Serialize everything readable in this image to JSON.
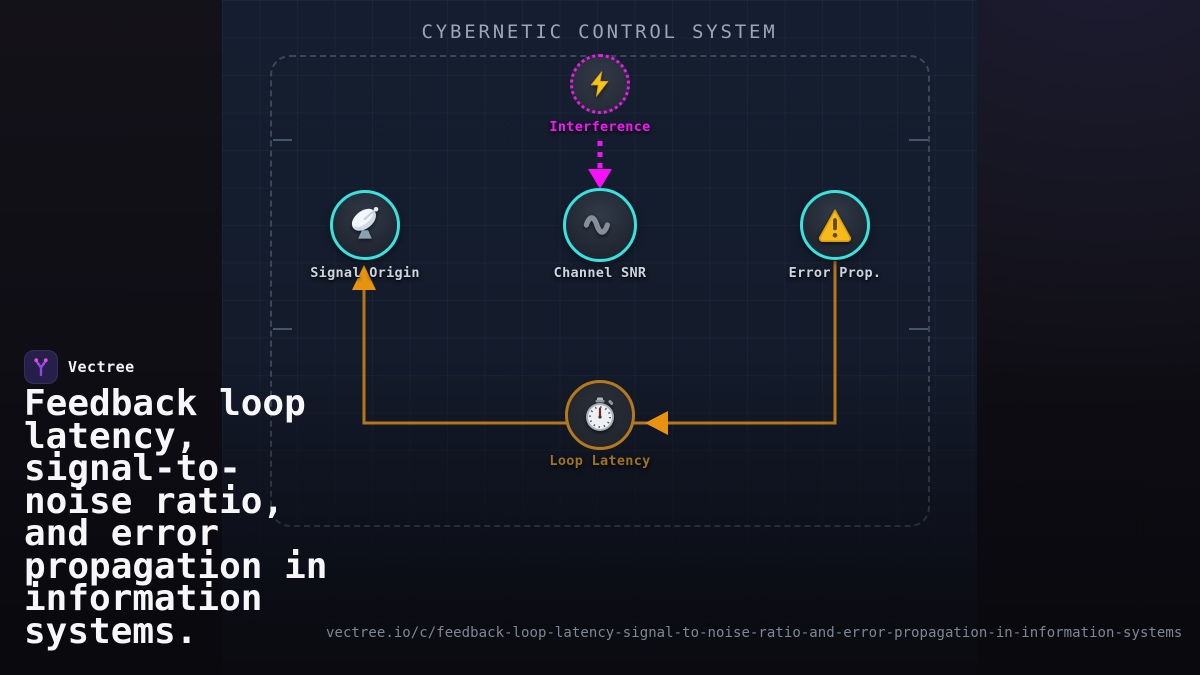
{
  "brand": {
    "name": "Vectree",
    "logo_icon": "vectree-branch-icon",
    "logo_bg_color": "#251f4a",
    "logo_accent_color": "#8f46e8",
    "logo_dot_color": "#e14be1"
  },
  "headline": "Feedback loop\nlatency,\nsignal-to-\nnoise ratio,\nand error\npropagation in\ninformation\nsystems.",
  "footer": {
    "url": "vectree.io/c/feedback-loop-latency-signal-to-noise-ratio-and-error-propagation-in-information-systems"
  },
  "diagram": {
    "title": "CYBERNETIC CONTROL SYSTEM",
    "nodes": {
      "interference": {
        "label": "Interference",
        "icon": "lightning-icon",
        "accent": "#ea1bea"
      },
      "signal_origin": {
        "label": "Signal Origin",
        "icon": "satellite-dish-icon",
        "accent": "#38e2de"
      },
      "channel_snr": {
        "label": "Channel SNR",
        "icon": "wave-icon",
        "accent": "#38e2de"
      },
      "error_prop": {
        "label": "Error Prop.",
        "icon": "warning-icon",
        "accent": "#38e2de"
      },
      "loop_latency": {
        "label": "Loop Latency",
        "icon": "stopwatch-icon",
        "accent": "#b5791c"
      }
    },
    "edges": [
      {
        "from": "interference",
        "to": "channel_snr",
        "style": "dashed",
        "color": "#f711f7"
      },
      {
        "from": "error_prop",
        "to": "loop_latency",
        "style": "solid",
        "color": "#b5771a"
      },
      {
        "from": "loop_latency",
        "to": "signal_origin",
        "style": "solid",
        "color": "#b5771a"
      }
    ],
    "arrowhead_color": "#e89310"
  }
}
